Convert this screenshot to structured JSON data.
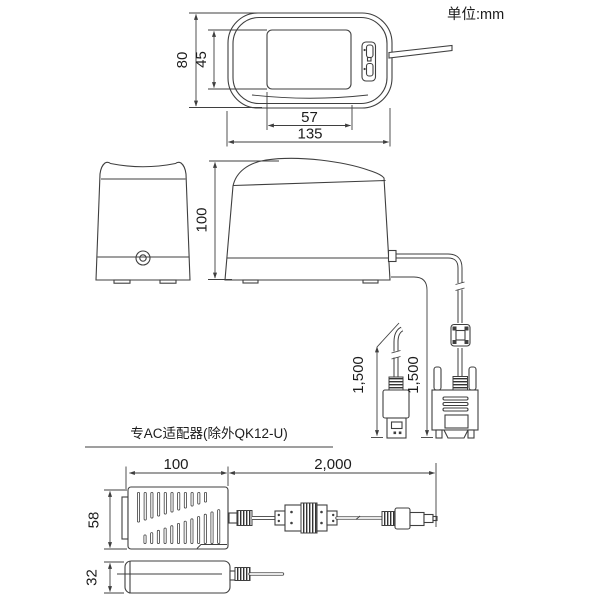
{
  "unit_label": "单位:mm",
  "top_view": {
    "height": "80",
    "window_height": "45",
    "window_width": "57",
    "width": "135"
  },
  "front_view": {
    "height": "100"
  },
  "cables": {
    "usb_length": "1,500",
    "serial_length": "1,500"
  },
  "ac_adapter": {
    "label": "专AC适配器(除外QK12-U)",
    "width": "100",
    "cord_length": "2,000",
    "height": "58",
    "thickness": "32"
  },
  "colors": {
    "line": "#3f3f3f",
    "background": "#ffffff",
    "text": "#1c1c1c"
  }
}
